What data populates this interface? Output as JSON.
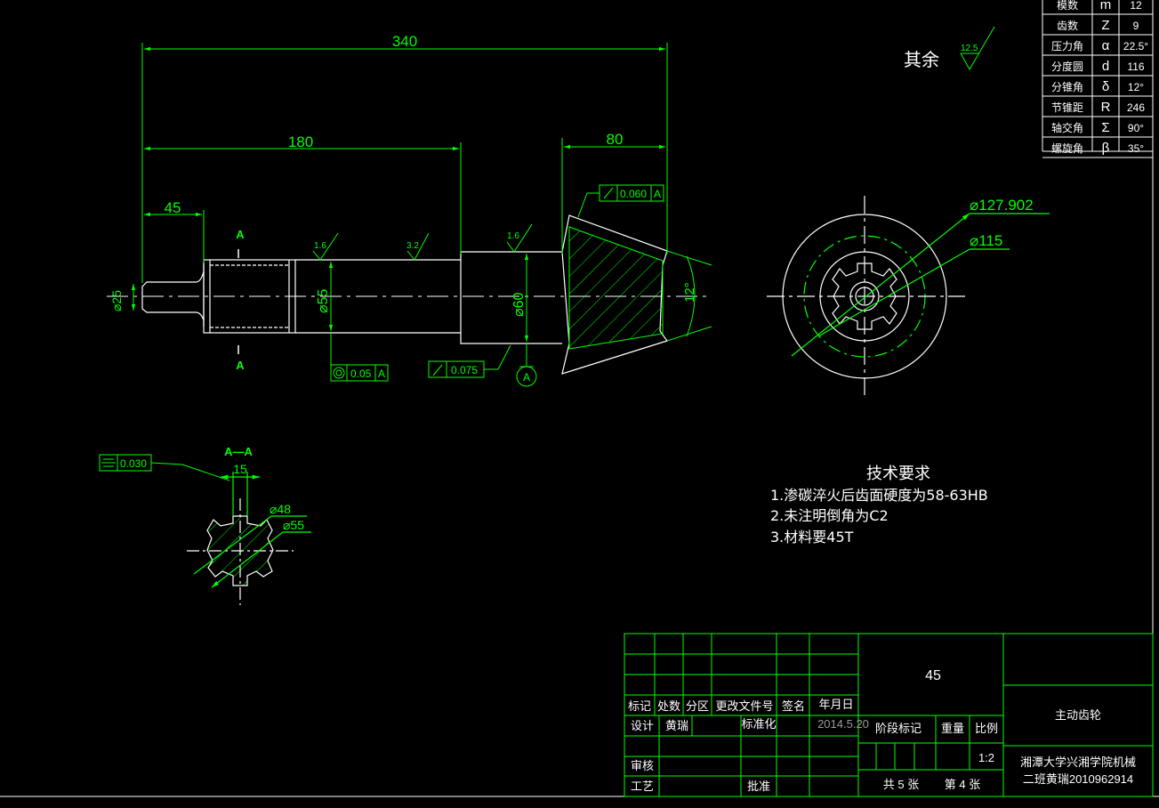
{
  "colors": {
    "background": "#000000",
    "line": "#ffffff",
    "dimension": "#00ff00",
    "gray": "#9a9a9a"
  },
  "dimensions": {
    "overall_length": "340",
    "length_180": "180",
    "length_80": "80",
    "length_45": "45",
    "dia_25": "⌀25",
    "dia_55": "⌀55",
    "dia_60": "⌀60",
    "angle_12": "12°",
    "dia_127": "⌀127.902",
    "dia_115": "⌀115",
    "section_width": "15",
    "section_dia_48": "⌀48",
    "section_dia_55": "⌀55"
  },
  "roughness": {
    "general_label": "其余",
    "general_value": "12.5",
    "r1": "1.6",
    "r2": "3.2",
    "r3": "1.6"
  },
  "tolerances": {
    "coaxiality_value": "0.05",
    "coaxiality_datum": "A",
    "runout1_value": "0.075",
    "runout2_value": "0.060",
    "runout2_datum": "A",
    "symmetry_value": "0.030"
  },
  "labels": {
    "section_mark": "A",
    "datum": "A",
    "section_title": "A—A"
  },
  "param_table": {
    "rows": [
      {
        "name": "模数",
        "sym": "m",
        "val": "12"
      },
      {
        "name": "齿数",
        "sym": "Z",
        "val": "9"
      },
      {
        "name": "压力角",
        "sym": "α",
        "val": "22.5°"
      },
      {
        "name": "分度圆",
        "sym": "d",
        "val": "116"
      },
      {
        "name": "分锥角",
        "sym": "δ",
        "val": "12°"
      },
      {
        "name": "节锥距",
        "sym": "R",
        "val": "246"
      },
      {
        "name": "轴交角",
        "sym": "Σ",
        "val": "90°"
      },
      {
        "name": "螺旋角",
        "sym": "β",
        "val": "35°"
      }
    ]
  },
  "tech_req": {
    "title": "技术要求",
    "items": [
      "1.渗碳淬火后齿面硬度为58-63HB",
      "2.未注明倒角为C2",
      "3.材料要45T"
    ]
  },
  "title_block": {
    "material": "45",
    "part_name": "主动齿轮",
    "school": "湘潭大学兴湘学院机械",
    "class_name": "二班黄瑞2010962914",
    "h_mark": "标记",
    "h_count": "处数",
    "h_zone": "分区",
    "h_docno": "更改文件号",
    "h_sign": "签名",
    "h_date": "年月日",
    "design_label": "设计",
    "designer": "黄瑞",
    "std_label": "标准化",
    "date": "2014.5.20",
    "stage_label": "阶段标记",
    "weight_label": "重量",
    "scale_label": "比例",
    "scale": "1:2",
    "review_label": "审核",
    "process_label": "工艺",
    "approve_label": "批准",
    "total_sheets": "共 5 张",
    "sheet_no": "第 4 张"
  }
}
